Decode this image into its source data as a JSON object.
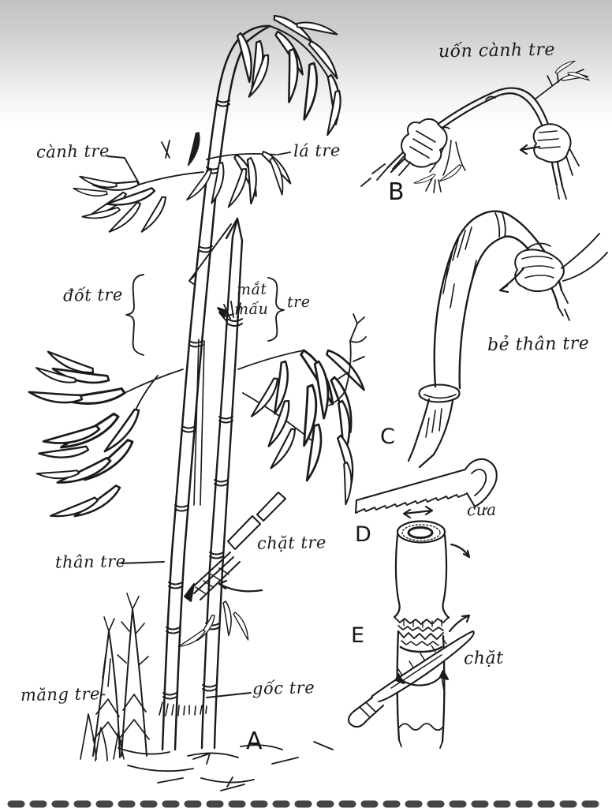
{
  "colors": {
    "ink": "#1b1b1b",
    "shade_top": "#c2c2c2",
    "paper": "#ffffff"
  },
  "panels": {
    "a": {
      "letter": "A",
      "labels": {
        "canh_tre": "cành tre",
        "la_tre": "lá tre",
        "dot_tre": "đốt tre",
        "mat": "mắt",
        "mau": "mấu",
        "tre": "tre",
        "than_tre": "thân tre",
        "chat_tre": "chặt tre",
        "mang_tre": "măng tre-",
        "goc_tre": "gốc tre"
      }
    },
    "b": {
      "letter": "B",
      "caption": "uốn cành tre"
    },
    "c": {
      "letter": "C",
      "caption": "bẻ thân tre"
    },
    "d": {
      "letter": "D",
      "caption": "cưa"
    },
    "e": {
      "letter": "E",
      "caption": "chặt"
    }
  }
}
